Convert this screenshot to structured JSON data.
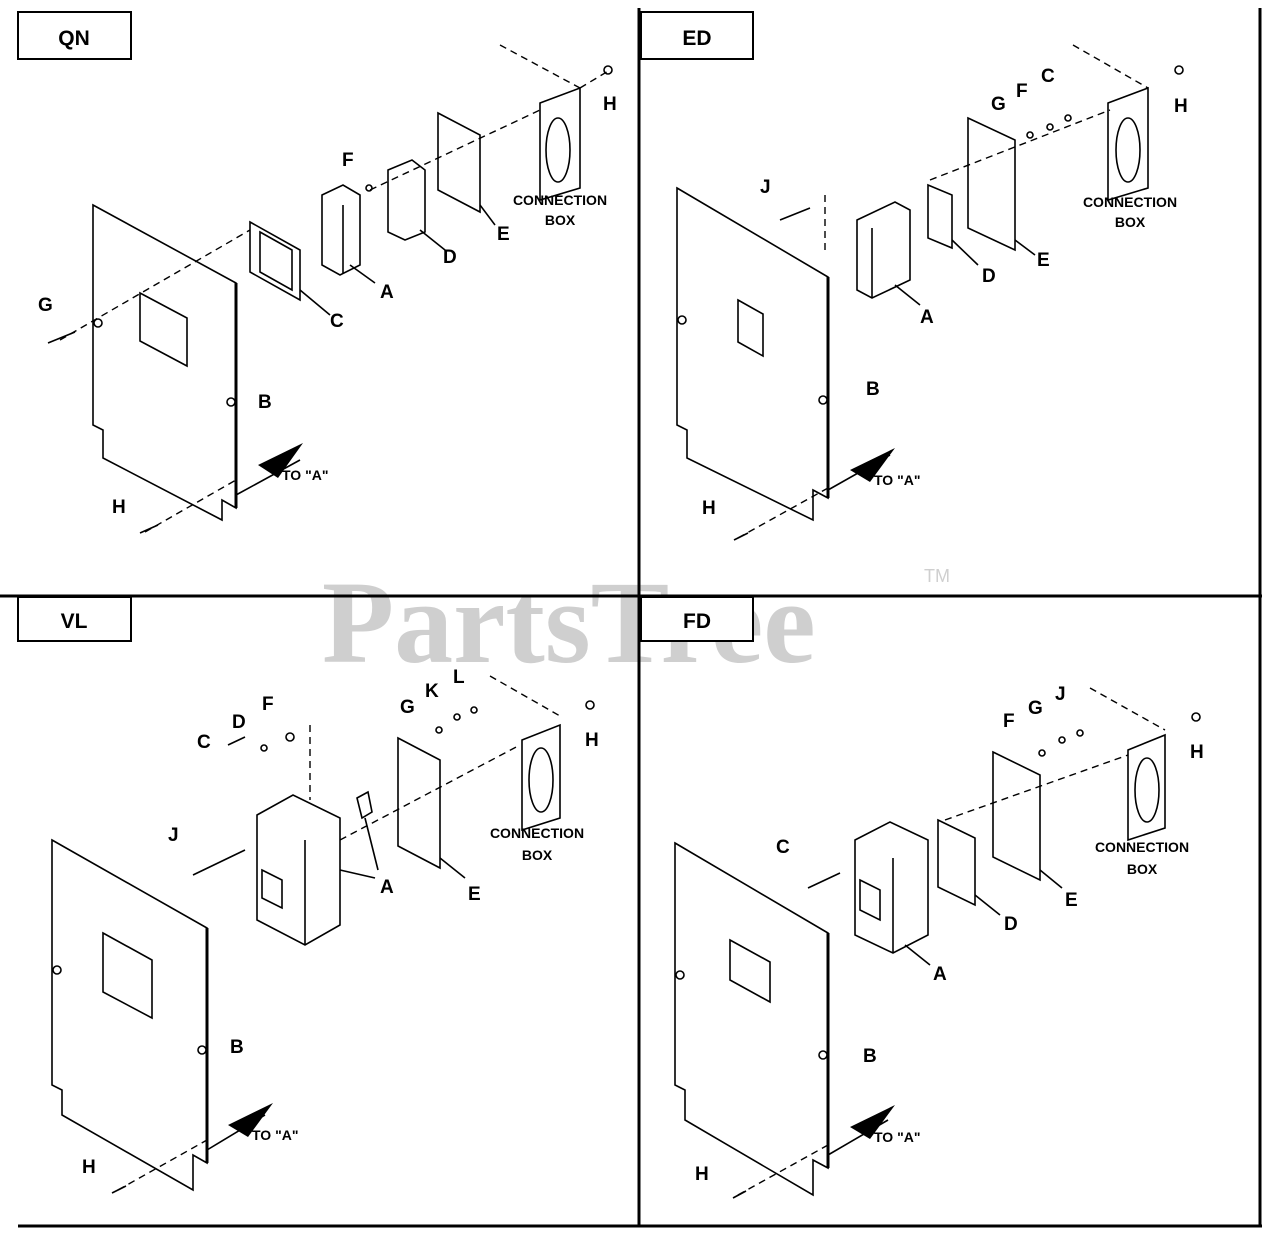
{
  "panels": {
    "qn": {
      "tab": "QN",
      "labels": {
        "A": "A",
        "B": "B",
        "C": "C",
        "D": "D",
        "E": "E",
        "F": "F",
        "G": "G",
        "H1": "H",
        "H2": "H"
      },
      "connection_box": [
        "CONNECTION",
        "BOX"
      ],
      "arrow_text": "TO \"A\""
    },
    "ed": {
      "tab": "ED",
      "labels": {
        "A": "A",
        "B": "B",
        "C": "C",
        "D": "D",
        "E": "E",
        "F": "F",
        "G": "G",
        "J": "J",
        "H1": "H",
        "H2": "H"
      },
      "connection_box": [
        "CONNECTION",
        "BOX"
      ],
      "arrow_text": "TO \"A\""
    },
    "vl": {
      "tab": "VL",
      "labels": {
        "A": "A",
        "B": "B",
        "C": "C",
        "D": "D",
        "E": "E",
        "F": "F",
        "G": "G",
        "J": "J",
        "K": "K",
        "L": "L",
        "H1": "H",
        "H2": "H"
      },
      "connection_box": [
        "CONNECTION",
        "BOX"
      ],
      "arrow_text": "TO \"A\""
    },
    "fd": {
      "tab": "FD",
      "labels": {
        "A": "A",
        "B": "B",
        "C": "C",
        "D": "D",
        "E": "E",
        "F": "F",
        "G": "G",
        "J": "J",
        "H1": "H",
        "H2": "H"
      },
      "connection_box": [
        "CONNECTION",
        "BOX"
      ],
      "arrow_text": "TO \"A\""
    }
  },
  "watermark": {
    "text": "PartsTree",
    "tm": "TM"
  }
}
